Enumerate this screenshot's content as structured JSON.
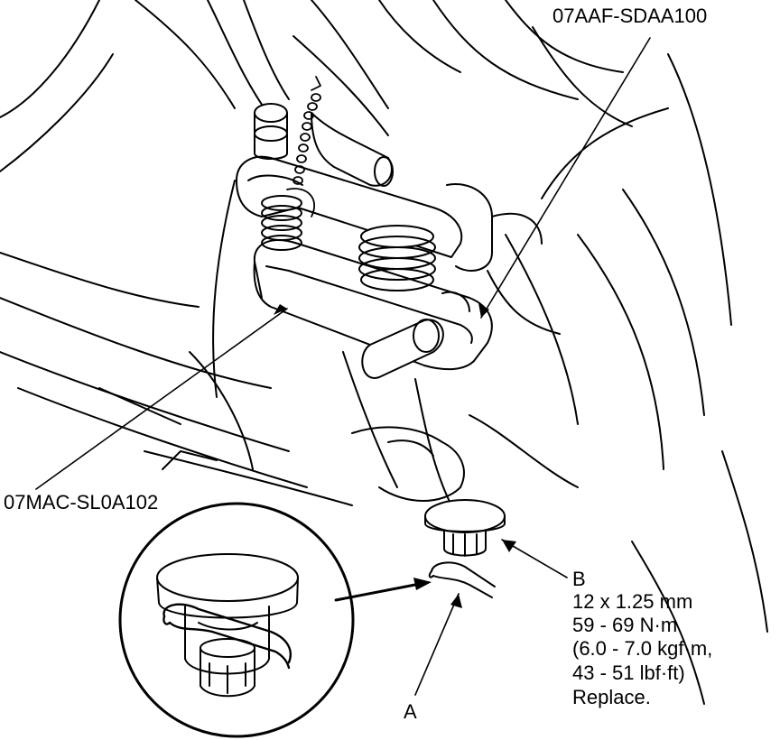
{
  "labels": {
    "tool_top": "07AAF-SDAA100",
    "tool_left": "07MAC-SL0A102",
    "part_a": "A",
    "part_b": "B"
  },
  "spec": [
    "12 x 1.25 mm",
    "59 - 69 N·m",
    "(6.0 - 7.0 kgf·m,",
    "43 - 51 lbf·ft)",
    "Replace."
  ],
  "colors": {
    "ink": "#000000",
    "paper": "#ffffff"
  }
}
